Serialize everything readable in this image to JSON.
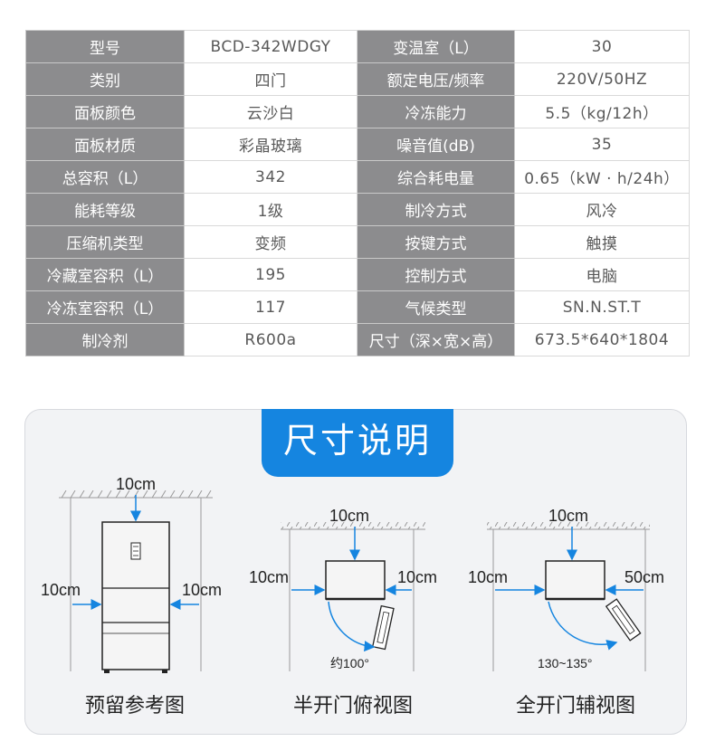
{
  "specs": {
    "rows": [
      {
        "l1": "型号",
        "v1": "BCD-342WDGY",
        "l2": "变温室（L）",
        "v2": "30"
      },
      {
        "l1": "类别",
        "v1": "四门",
        "l2": "额定电压/频率",
        "v2": "220V/50HZ"
      },
      {
        "l1": "面板颜色",
        "v1": "云沙白",
        "l2": "冷冻能力",
        "v2": "5.5（kg/12h）"
      },
      {
        "l1": "面板材质",
        "v1": "彩晶玻璃",
        "l2": "噪音值(dB)",
        "v2": "35"
      },
      {
        "l1": "总容积（L）",
        "v1": "342",
        "l2": "综合耗电量",
        "v2": "0.65（kW · h/24h）"
      },
      {
        "l1": "能耗等级",
        "v1": "1级",
        "l2": "制冷方式",
        "v2": "风冷"
      },
      {
        "l1": "压缩机类型",
        "v1": "变频",
        "l2": "按键方式",
        "v2": "触摸"
      },
      {
        "l1": "冷藏室容积（L）",
        "v1": "195",
        "l2": "控制方式",
        "v2": "电脑"
      },
      {
        "l1": "冷冻室容积（L）",
        "v1": "117",
        "l2": "气候类型",
        "v2": "SN.N.ST.T"
      },
      {
        "l1": "制冷剂",
        "v1": "R600a",
        "l2": "尺寸（深×宽×高）",
        "v2": "673.5*640*1804"
      }
    ]
  },
  "dimensions": {
    "title": "尺寸说明",
    "reserve": {
      "caption": "预留参考图",
      "top": "10cm",
      "left": "10cm",
      "right": "10cm"
    },
    "half_open": {
      "caption": "半开门俯视图",
      "top": "10cm",
      "left": "10cm",
      "right": "10cm",
      "angle": "约100°"
    },
    "full_open": {
      "caption": "全开门辅视图",
      "top": "10cm",
      "left": "10cm",
      "right": "50cm",
      "angle": "130~135°"
    }
  },
  "colors": {
    "label_bg": "#8c8c8e",
    "accent_blue": "#1585e0"
  }
}
